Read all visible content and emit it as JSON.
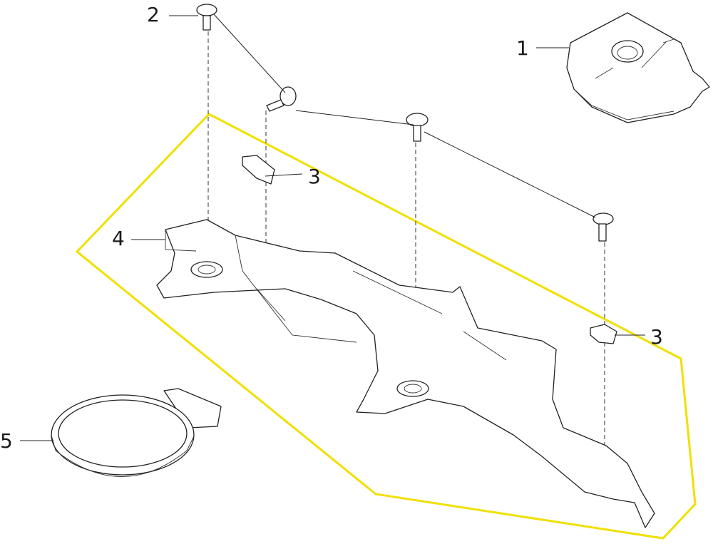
{
  "diagram": {
    "highlight_color": "#f0e000",
    "callouts": [
      {
        "id": "callout-1",
        "text": "1"
      },
      {
        "id": "callout-2",
        "text": "2"
      },
      {
        "id": "callout-3a",
        "text": "3"
      },
      {
        "id": "callout-3b",
        "text": "3"
      },
      {
        "id": "callout-4",
        "text": "4"
      },
      {
        "id": "callout-5",
        "text": "5"
      }
    ]
  }
}
